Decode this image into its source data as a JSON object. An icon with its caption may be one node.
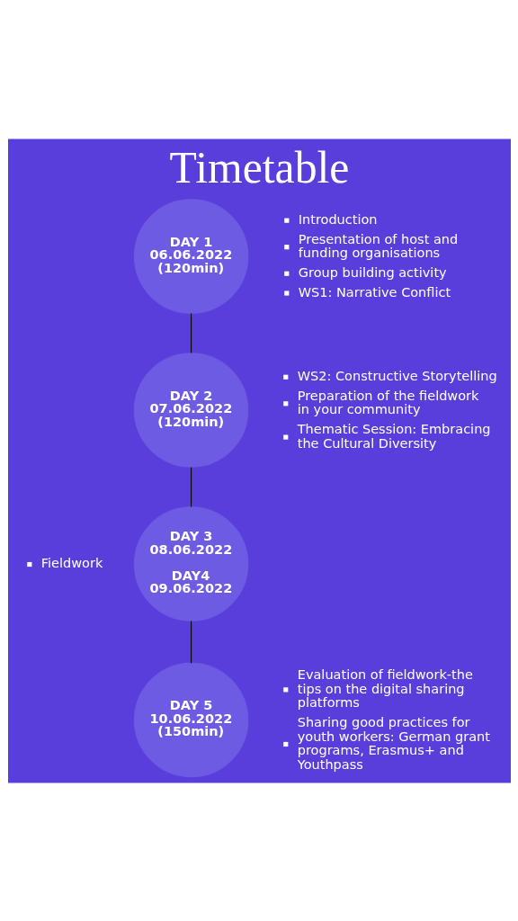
{
  "diagram": {
    "title": "Timetable",
    "nodes": [
      {
        "text": [
          "DAY 1 06.06.2022 (120min)"
        ],
        "beside": [
          "Introduction",
          "Presentation of host and funding organisations",
          "Group building activity",
          "WS1: Narrative Conflict"
        ]
      },
      {
        "text": [
          "DAY 2 07.06.2022 (120min)"
        ],
        "beside": [
          "WS2: Constructive Storytelling",
          "Preparation of the fieldwork in your community",
          "Thematic Session: Embracing the Cultural Diversity"
        ]
      },
      {
        "text": [
          "DAY 3 08.06.2022",
          "DAY4 09.06.2022"
        ],
        "beside": [
          "Fieldwork"
        ]
      },
      {
        "text": [
          "DAY 5 10.06.2022 (150min)"
        ],
        "beside": [
          "Evaluation of fieldwork-the tips on the digital sharing platforms",
          "Sharing good practices for youth workers: German grant programs, Erasmus+ and Youthpass"
        ]
      }
    ],
    "edges": [
      {
        "from": 0,
        "to": 1,
        "arrow": "none"
      },
      {
        "from": 1,
        "to": 2,
        "arrow": "none"
      },
      {
        "from": 2,
        "to": 3,
        "arrow": "none"
      }
    ]
  }
}
